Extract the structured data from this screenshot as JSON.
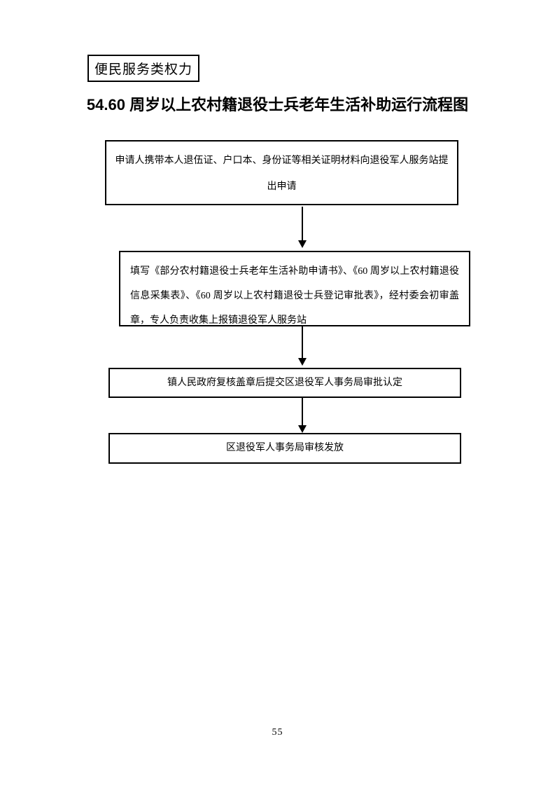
{
  "page": {
    "category_label": "便民服务类权力",
    "title": "54.60 周岁以上农村籍退役士兵老年生活补助运行流程图",
    "page_number": "55"
  },
  "flowchart": {
    "steps": [
      {
        "id": 1,
        "text": "申请人携带本人退伍证、户口本、身份证等相关证明材料向退役军人服务站提出申请"
      },
      {
        "id": 2,
        "text": "填写《部分农村籍退役士兵老年生活补助申请书》、《60 周岁以上农村籍退役信息采集表》、《60 周岁以上农村籍退役士兵登记审批表》，经村委会初审盖章，专人负责收集上报镇退役军人服务站"
      },
      {
        "id": 3,
        "text": "镇人民政府复核盖章后提交区退役军人事务局审批认定"
      },
      {
        "id": 4,
        "text": "区退役军人事务局审核发放"
      }
    ],
    "connector_style": "vertical-arrow-down"
  },
  "colors": {
    "background": "#ffffff",
    "border": "#000000",
    "text": "#000000"
  }
}
